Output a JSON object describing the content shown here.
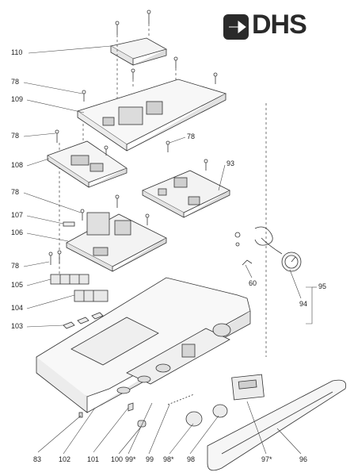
{
  "brand": {
    "logo_text": "DHS"
  },
  "labels": {
    "l110": "110",
    "l78a": "78",
    "l109": "109",
    "l78b": "78",
    "l108": "108",
    "l78c": "78",
    "l93": "93",
    "l78d": "78",
    "l107": "107",
    "l106": "106",
    "l78e": "78",
    "l105": "105",
    "l104": "104",
    "l103": "103",
    "l60": "60",
    "l94": "94",
    "l95": "95",
    "l83": "83",
    "l102": "102",
    "l101": "101",
    "l100": "100",
    "l99s": "99*",
    "l99": "99",
    "l98s": "98*",
    "l98": "98",
    "l97s": "97*",
    "l96": "96"
  }
}
